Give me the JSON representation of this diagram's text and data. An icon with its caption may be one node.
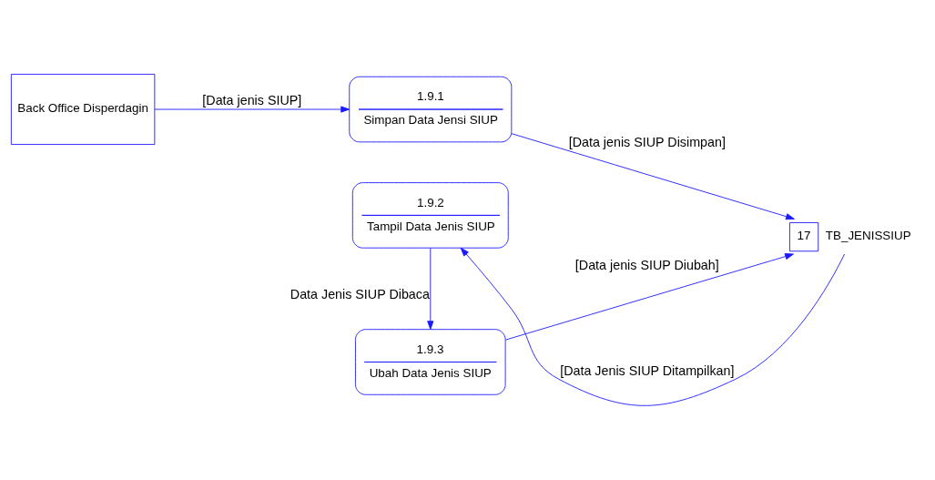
{
  "diagram": {
    "nodes": [
      {
        "text": [
          "Back Office Disperdagin"
        ]
      },
      {
        "text": [
          "1.9.1",
          "Simpan Data Jensi SIUP"
        ]
      },
      {
        "text": [
          "1.9.2",
          "Tampil Data Jenis SIUP"
        ]
      },
      {
        "text": [
          "1.9.3",
          "Ubah Data Jenis SIUP"
        ]
      },
      {
        "text": [
          "17",
          "TB_JENISSIUP"
        ]
      }
    ],
    "edges": [
      {
        "from": 0,
        "to": 1,
        "arrow": "to",
        "label": "[Data jenis SIUP]"
      },
      {
        "from": 1,
        "to": 4,
        "arrow": "to",
        "label": "[Data jenis SIUP Disimpan]"
      },
      {
        "from": 4,
        "to": 2,
        "arrow": "to",
        "label": "[Data Jenis SIUP Ditampilkan]"
      },
      {
        "from": 2,
        "to": 3,
        "arrow": "to",
        "label": "Data Jenis SIUP Dibaca"
      },
      {
        "from": 3,
        "to": 4,
        "arrow": "to",
        "label": "[Data jenis SIUP Diubah]"
      }
    ]
  }
}
